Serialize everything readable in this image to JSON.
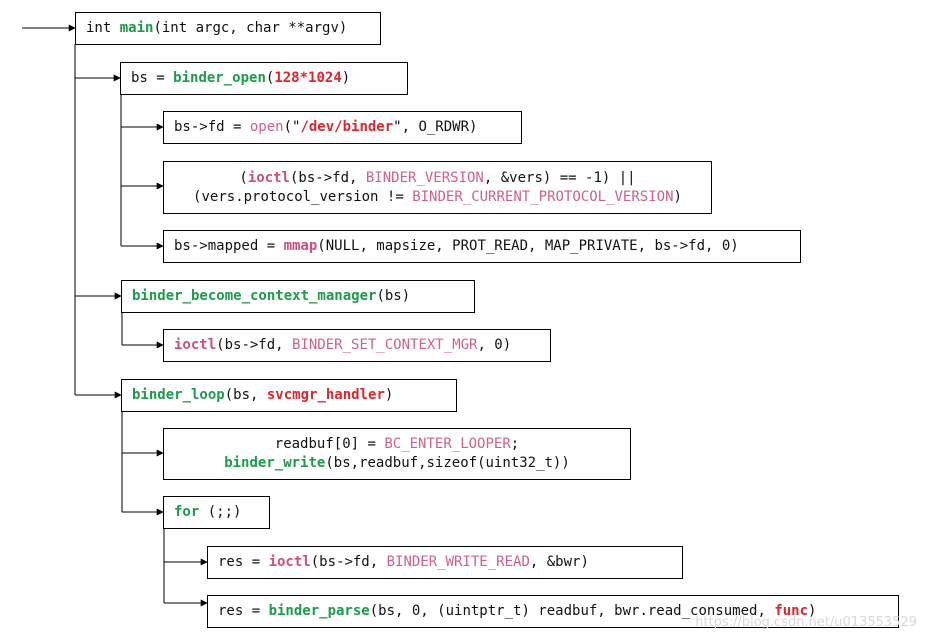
{
  "boxes": {
    "main": [
      [
        {
          "t": "int "
        },
        {
          "t": "main",
          "s": "kw"
        },
        {
          "t": "(int argc, char **argv)"
        }
      ]
    ],
    "binder_open": [
      [
        {
          "t": "bs = "
        },
        {
          "t": "binder_open",
          "s": "kw"
        },
        {
          "t": "("
        },
        {
          "t": "128*1024",
          "s": "lit"
        },
        {
          "t": ")"
        }
      ]
    ],
    "open_dev": [
      [
        {
          "t": "bs->fd = "
        },
        {
          "t": "open",
          "s": "ct"
        },
        {
          "t": "(\""
        },
        {
          "t": "/dev/binder",
          "s": "lit"
        },
        {
          "t": "\", O_RDWR)"
        }
      ]
    ],
    "version_check": [
      [
        {
          "t": "("
        },
        {
          "t": "ioctl",
          "s": "fn"
        },
        {
          "t": "(bs->fd, "
        },
        {
          "t": "BINDER_VERSION",
          "s": "ct"
        },
        {
          "t": ", &vers) == -1) ||"
        }
      ],
      [
        {
          "t": "(vers.protocol_version != "
        },
        {
          "t": "BINDER_CURRENT_PROTOCOL_VERSION",
          "s": "ct"
        },
        {
          "t": ")"
        }
      ]
    ],
    "mmap": [
      [
        {
          "t": "bs->mapped = "
        },
        {
          "t": "mmap",
          "s": "fn"
        },
        {
          "t": "(NULL, mapsize, PROT_READ, MAP_PRIVATE, bs->fd, 0)"
        }
      ]
    ],
    "become_ctx_mgr": [
      [
        {
          "t": "binder_become_context_manager",
          "s": "kw"
        },
        {
          "t": "(bs)"
        }
      ]
    ],
    "ioctl_set_ctx": [
      [
        {
          "t": "ioctl",
          "s": "fn"
        },
        {
          "t": "(bs->fd, "
        },
        {
          "t": "BINDER_SET_CONTEXT_MGR",
          "s": "ct"
        },
        {
          "t": ", 0)"
        }
      ]
    ],
    "binder_loop": [
      [
        {
          "t": "binder_loop",
          "s": "kw"
        },
        {
          "t": "(bs, "
        },
        {
          "t": "svcmgr_handler",
          "s": "lit"
        },
        {
          "t": ")"
        }
      ]
    ],
    "enter_looper": [
      [
        {
          "t": "readbuf[0] = "
        },
        {
          "t": "BC_ENTER_LOOPER",
          "s": "ct"
        },
        {
          "t": ";"
        }
      ],
      [
        {
          "t": "binder_write",
          "s": "kw"
        },
        {
          "t": "(bs,readbuf,sizeof(uint32_t))"
        }
      ]
    ],
    "for_loop": [
      [
        {
          "t": "for",
          "s": "kw"
        },
        {
          "t": " (;;)"
        }
      ]
    ],
    "ioctl_write_read": [
      [
        {
          "t": "res = "
        },
        {
          "t": "ioctl",
          "s": "fn"
        },
        {
          "t": "(bs->fd, "
        },
        {
          "t": "BINDER_WRITE_READ",
          "s": "ct"
        },
        {
          "t": ", &bwr)"
        }
      ]
    ],
    "binder_parse": [
      [
        {
          "t": "res = "
        },
        {
          "t": "binder_parse",
          "s": "kw"
        },
        {
          "t": "(bs, 0, (uintptr_t) readbuf, bwr.read_consumed, "
        },
        {
          "t": "func",
          "s": "lit"
        },
        {
          "t": ")"
        }
      ]
    ]
  },
  "watermark": "https://blog.csdn.net/u013553529"
}
